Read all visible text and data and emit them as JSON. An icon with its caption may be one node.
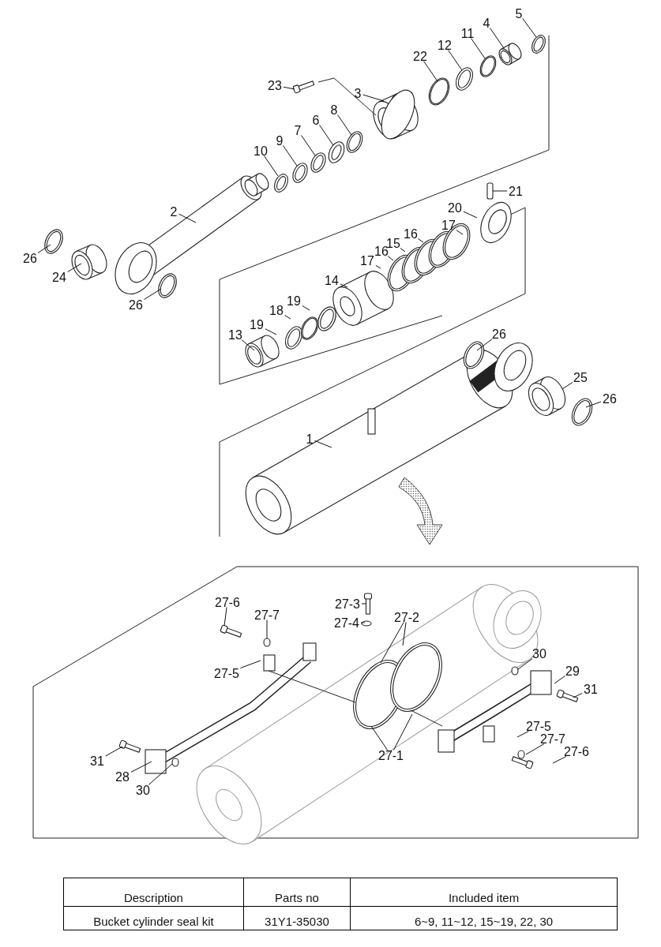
{
  "diagram": {
    "nodes": [
      {
        "text": [
          "5"
        ]
      },
      {
        "text": [
          "4"
        ]
      },
      {
        "text": [
          "11"
        ]
      },
      {
        "text": [
          "12"
        ]
      },
      {
        "text": [
          "22"
        ]
      },
      {
        "text": [
          "3"
        ]
      },
      {
        "text": [
          "23"
        ]
      },
      {
        "text": [
          "8"
        ]
      },
      {
        "text": [
          "6"
        ]
      },
      {
        "text": [
          "7"
        ]
      },
      {
        "text": [
          "9"
        ]
      },
      {
        "text": [
          "10"
        ]
      },
      {
        "text": [
          "21"
        ]
      },
      {
        "text": [
          "20"
        ]
      },
      {
        "text": [
          "2"
        ]
      },
      {
        "text": [
          "17"
        ]
      },
      {
        "text": [
          "16"
        ]
      },
      {
        "text": [
          "15"
        ]
      },
      {
        "text": [
          "16"
        ]
      },
      {
        "text": [
          "26"
        ]
      },
      {
        "text": [
          "17"
        ]
      },
      {
        "text": [
          "24"
        ]
      },
      {
        "text": [
          "14"
        ]
      },
      {
        "text": [
          "19"
        ]
      },
      {
        "text": [
          "26"
        ]
      },
      {
        "text": [
          "18"
        ]
      },
      {
        "text": [
          "19"
        ]
      },
      {
        "text": [
          "26"
        ]
      },
      {
        "text": [
          "13"
        ]
      },
      {
        "text": [
          "25"
        ]
      },
      {
        "text": [
          "26"
        ]
      },
      {
        "text": [
          "1"
        ]
      },
      {
        "text": [
          "27-6"
        ]
      },
      {
        "text": [
          "27-3"
        ]
      },
      {
        "text": [
          "27-7"
        ]
      },
      {
        "text": [
          "27-2"
        ]
      },
      {
        "text": [
          "27-4"
        ]
      },
      {
        "text": [
          "30"
        ]
      },
      {
        "text": [
          "29"
        ]
      },
      {
        "text": [
          "27-5"
        ]
      },
      {
        "text": [
          "31"
        ]
      },
      {
        "text": [
          "27-5"
        ]
      },
      {
        "text": [
          "27-7"
        ]
      },
      {
        "text": [
          "27-6"
        ]
      },
      {
        "text": [
          "27-1"
        ]
      },
      {
        "text": [
          "31"
        ]
      },
      {
        "text": [
          "28"
        ]
      },
      {
        "text": [
          "30"
        ]
      }
    ],
    "edges": [
      {
        "from": 0,
        "to": null,
        "arrow": "none"
      },
      {
        "from": 1,
        "to": null,
        "arrow": "none"
      },
      {
        "from": 2,
        "to": null,
        "arrow": "none"
      },
      {
        "from": 3,
        "to": null,
        "arrow": "none"
      },
      {
        "from": 4,
        "to": null,
        "arrow": "none"
      },
      {
        "from": 5,
        "to": null,
        "arrow": "none"
      },
      {
        "from": 6,
        "to": null,
        "arrow": "none"
      },
      {
        "from": 7,
        "to": null,
        "arrow": "none"
      },
      {
        "from": 8,
        "to": null,
        "arrow": "none"
      },
      {
        "from": 9,
        "to": null,
        "arrow": "none"
      },
      {
        "from": 10,
        "to": null,
        "arrow": "none"
      },
      {
        "from": 11,
        "to": null,
        "arrow": "none"
      },
      {
        "from": 12,
        "to": null,
        "arrow": "none"
      },
      {
        "from": 13,
        "to": null,
        "arrow": "none"
      },
      {
        "from": 14,
        "to": null,
        "arrow": "none"
      },
      {
        "from": 15,
        "to": null,
        "arrow": "none"
      },
      {
        "from": 16,
        "to": null,
        "arrow": "none"
      },
      {
        "from": 17,
        "to": null,
        "arrow": "none"
      },
      {
        "from": 18,
        "to": null,
        "arrow": "none"
      },
      {
        "from": 19,
        "to": null,
        "arrow": "none"
      },
      {
        "from": 20,
        "to": null,
        "arrow": "none"
      },
      {
        "from": 21,
        "to": null,
        "arrow": "none"
      },
      {
        "from": 22,
        "to": null,
        "arrow": "none"
      },
      {
        "from": 23,
        "to": null,
        "arrow": "none"
      },
      {
        "from": 24,
        "to": null,
        "arrow": "none"
      },
      {
        "from": 25,
        "to": null,
        "arrow": "none"
      },
      {
        "from": 26,
        "to": null,
        "arrow": "none"
      },
      {
        "from": 27,
        "to": null,
        "arrow": "none"
      },
      {
        "from": 28,
        "to": null,
        "arrow": "none"
      },
      {
        "from": 29,
        "to": null,
        "arrow": "none"
      },
      {
        "from": 30,
        "to": null,
        "arrow": "none"
      },
      {
        "from": 31,
        "to": null,
        "arrow": "none"
      },
      {
        "from": 32,
        "to": null,
        "arrow": "none"
      },
      {
        "from": 33,
        "to": null,
        "arrow": "none"
      },
      {
        "from": 34,
        "to": null,
        "arrow": "none"
      },
      {
        "from": 35,
        "to": null,
        "arrow": "none"
      },
      {
        "from": 36,
        "to": null,
        "arrow": "none"
      },
      {
        "from": 37,
        "to": null,
        "arrow": "none"
      },
      {
        "from": 38,
        "to": null,
        "arrow": "none"
      },
      {
        "from": 39,
        "to": null,
        "arrow": "none"
      },
      {
        "from": 40,
        "to": null,
        "arrow": "none"
      },
      {
        "from": 41,
        "to": null,
        "arrow": "none"
      },
      {
        "from": 42,
        "to": null,
        "arrow": "none"
      },
      {
        "from": 43,
        "to": null,
        "arrow": "none"
      },
      {
        "from": 44,
        "to": null,
        "arrow": "none"
      },
      {
        "from": 45,
        "to": null,
        "arrow": "none"
      },
      {
        "from": 46,
        "to": null,
        "arrow": "none"
      },
      {
        "from": 47,
        "to": null,
        "arrow": "none"
      },
      {
        "from": 35,
        "to": null,
        "arrow": "none"
      },
      {
        "from": 44,
        "to": null,
        "arrow": "none"
      }
    ],
    "labels": [
      "Description",
      "Parts no",
      "Included item",
      "Bucket cylinder seal kit",
      "31Y1-35030",
      "6~9, 11~12, 15~19, 22, 30"
    ]
  }
}
